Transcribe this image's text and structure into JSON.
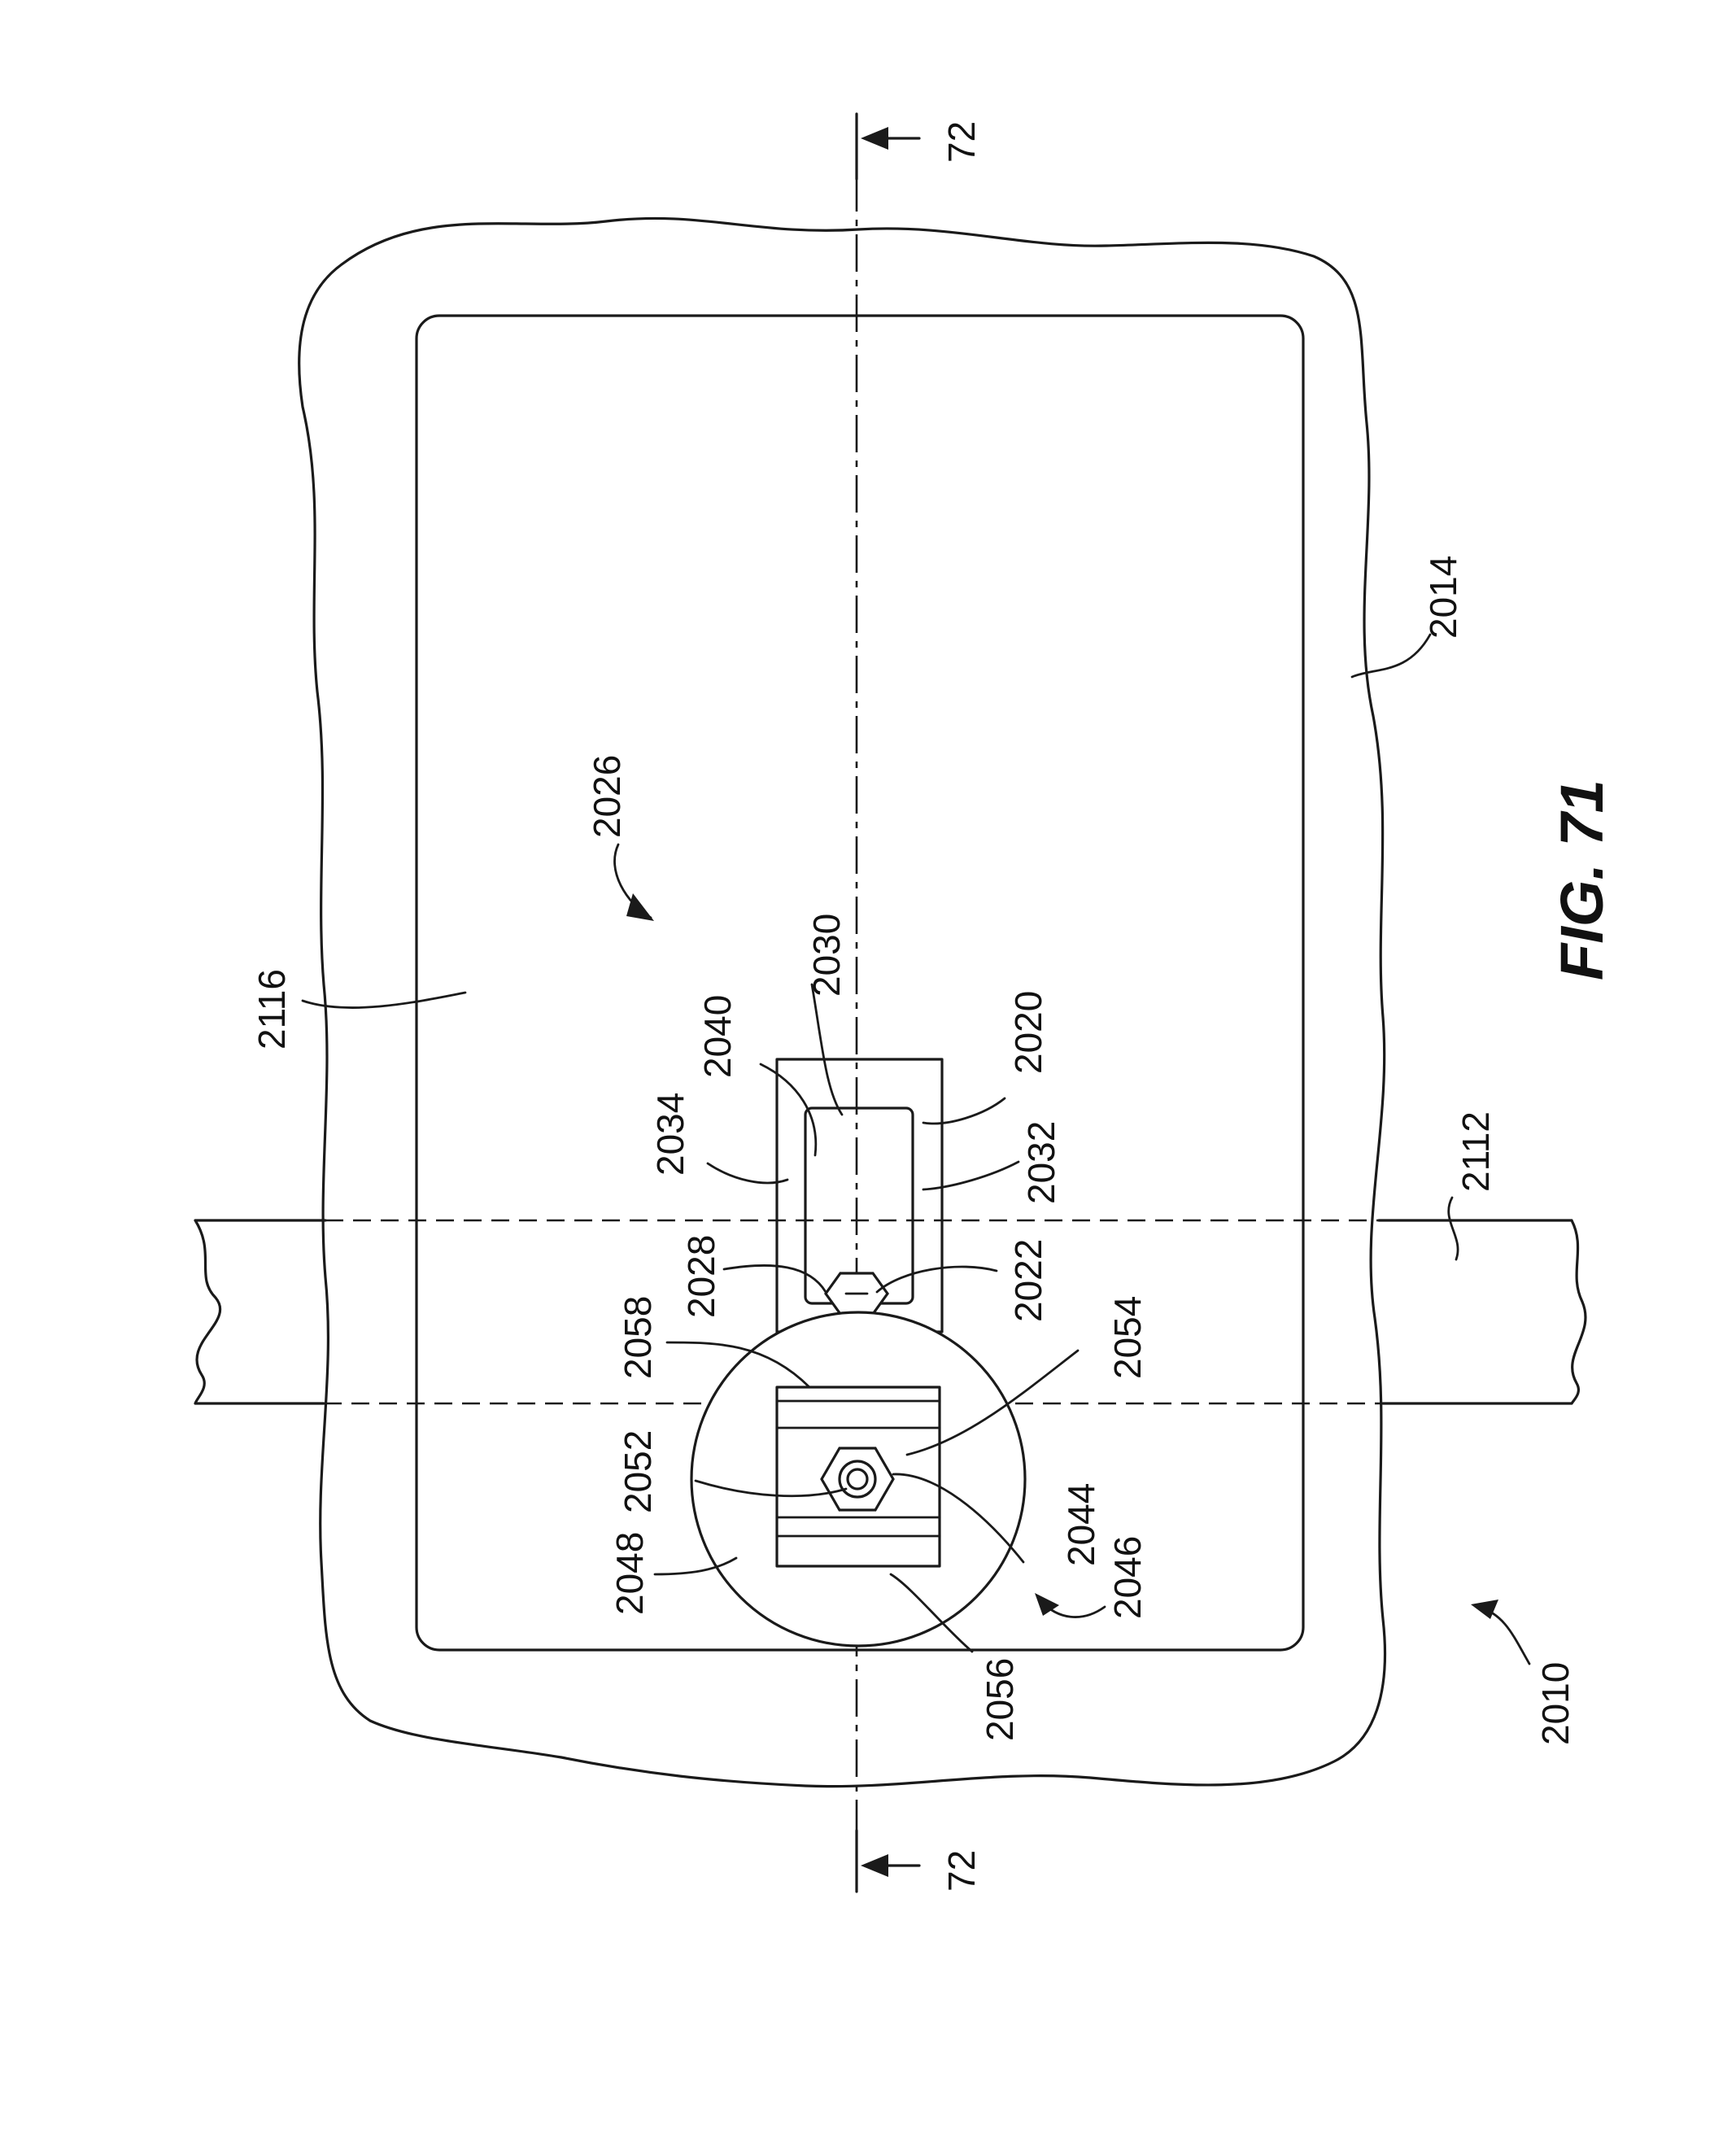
{
  "figure": {
    "title": "FIG. 71",
    "section_marker": "72"
  },
  "labels": {
    "l2010": "2010",
    "l2014": "2014",
    "l2020": "2020",
    "l2022": "2022",
    "l2026": "2026",
    "l2028": "2028",
    "l2030": "2030",
    "l2032": "2032",
    "l2034": "2034",
    "l2040": "2040",
    "l2044": "2044",
    "l2046": "2046",
    "l2048": "2048",
    "l2052": "2052",
    "l2054": "2054",
    "l2056": "2056",
    "l2058": "2058",
    "l2112": "2112",
    "l2116": "2116"
  }
}
